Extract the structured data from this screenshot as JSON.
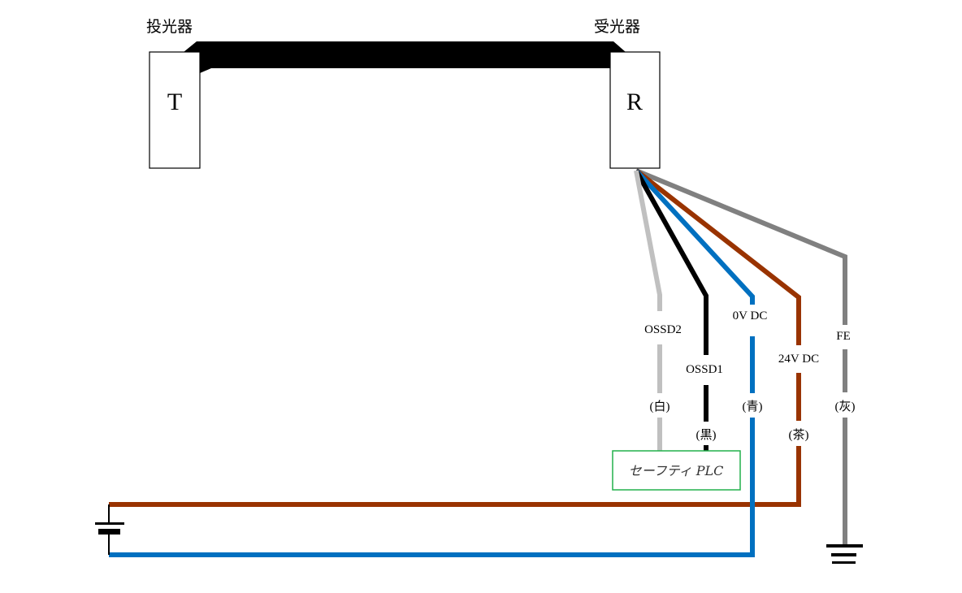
{
  "devices": {
    "transmitter": {
      "title": "投光器",
      "letter": "T"
    },
    "receiver": {
      "title": "受光器",
      "letter": "R"
    }
  },
  "wires": [
    {
      "id": "ossd2",
      "signal": "OSSD2",
      "color_name": "(白)",
      "color": "#c0c0c0"
    },
    {
      "id": "ossd1",
      "signal": "OSSD1",
      "color_name": "(黒)",
      "color": "#000000"
    },
    {
      "id": "zero-v",
      "signal": "0V DC",
      "color_name": "(青)",
      "color": "#0070c0"
    },
    {
      "id": "twentyfour-v",
      "signal": "24V DC",
      "color_name": "(茶)",
      "color": "#993300"
    },
    {
      "id": "fe",
      "signal": "FE",
      "color_name": "(灰)",
      "color": "#808080"
    }
  ],
  "plc": {
    "label": "セーフティ PLC",
    "border_color": "#22b14c"
  },
  "symbols": {
    "power_source": "battery",
    "ground": "ground"
  }
}
